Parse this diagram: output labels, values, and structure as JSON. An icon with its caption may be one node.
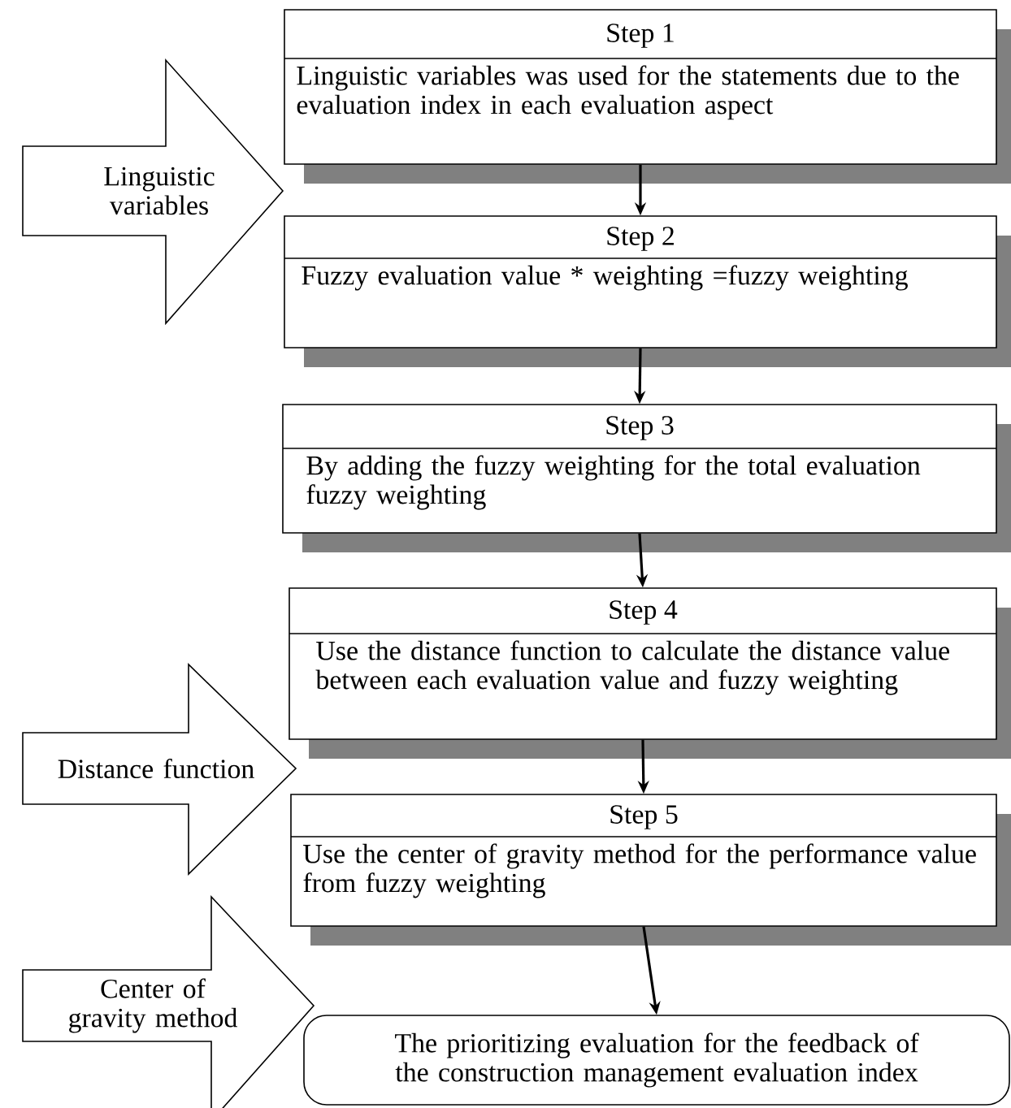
{
  "diagram": {
    "nodes": [
      {
        "text": [
          "Step 1",
          "Linguistic variables was used for the statements due to the evaluation index in each evaluation aspect"
        ]
      },
      {
        "text": [
          "Step 2",
          "Fuzzy evaluation value * weighting =fuzzy weighting"
        ]
      },
      {
        "text": [
          "Step 3",
          "By adding the fuzzy weighting for the total evaluation fuzzy weighting"
        ]
      },
      {
        "text": [
          "Step 4",
          "Use the distance function to calculate the distance value between each evaluation value and fuzzy weighting"
        ]
      },
      {
        "text": [
          "Step 5",
          "Use the center of gravity method for the performance value from fuzzy weighting"
        ]
      },
      {
        "text": [
          "The prioritizing evaluation for the feedback of the construction management evaluation index"
        ]
      },
      {
        "text": [
          "Linguistic variables"
        ]
      },
      {
        "text": [
          "Distance function"
        ]
      },
      {
        "text": [
          "Center of gravity method"
        ]
      }
    ],
    "edges": [
      {
        "from": 0,
        "to": 1,
        "arrow": "to"
      },
      {
        "from": 1,
        "to": 2,
        "arrow": "to"
      },
      {
        "from": 2,
        "to": 3,
        "arrow": "to"
      },
      {
        "from": 3,
        "to": 4,
        "arrow": "to"
      },
      {
        "from": 4,
        "to": 5,
        "arrow": "to"
      }
    ]
  }
}
